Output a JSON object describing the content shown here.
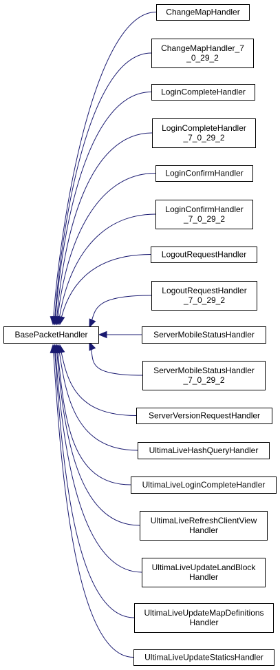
{
  "base": {
    "id": "base-packet-handler",
    "label": "BasePacketHandler"
  },
  "derived": [
    {
      "id": "change-map-handler",
      "lines": [
        "ChangeMapHandler"
      ]
    },
    {
      "id": "change-map-handler-7-0-29-2",
      "lines": [
        "ChangeMapHandler_7",
        "_0_29_2"
      ]
    },
    {
      "id": "login-complete-handler",
      "lines": [
        "LoginCompleteHandler"
      ]
    },
    {
      "id": "login-complete-handler-7-0-29-2",
      "lines": [
        "LoginCompleteHandler",
        "_7_0_29_2"
      ]
    },
    {
      "id": "login-confirm-handler",
      "lines": [
        "LoginConfirmHandler"
      ]
    },
    {
      "id": "login-confirm-handler-7-0-29-2",
      "lines": [
        "LoginConfirmHandler",
        "_7_0_29_2"
      ]
    },
    {
      "id": "logout-request-handler",
      "lines": [
        "LogoutRequestHandler"
      ]
    },
    {
      "id": "logout-request-handler-7-0-29-2",
      "lines": [
        "LogoutRequestHandler",
        "_7_0_29_2"
      ]
    },
    {
      "id": "server-mobile-status-handler",
      "lines": [
        "ServerMobileStatusHandler"
      ]
    },
    {
      "id": "server-mobile-status-handler-7-0-29-2",
      "lines": [
        "ServerMobileStatusHandler",
        "_7_0_29_2"
      ]
    },
    {
      "id": "server-version-request-handler",
      "lines": [
        "ServerVersionRequestHandler"
      ]
    },
    {
      "id": "ultima-live-hash-query-handler",
      "lines": [
        "UltimaLiveHashQueryHandler"
      ]
    },
    {
      "id": "ultima-live-login-complete-handler",
      "lines": [
        "UltimaLiveLoginCompleteHandler"
      ]
    },
    {
      "id": "ultima-live-refresh-client-view-handler",
      "lines": [
        "UltimaLiveRefreshClientView",
        "Handler"
      ]
    },
    {
      "id": "ultima-live-update-land-block-handler",
      "lines": [
        "UltimaLiveUpdateLandBlock",
        "Handler"
      ]
    },
    {
      "id": "ultima-live-update-map-definitions-handler",
      "lines": [
        "UltimaLiveUpdateMapDefinitions",
        "Handler"
      ]
    },
    {
      "id": "ultima-live-update-statics-handler",
      "lines": [
        "UltimaLiveUpdateStaticsHandler"
      ]
    }
  ],
  "colors": {
    "edge": "#191970",
    "node_border": "#000000",
    "node_fill": "#ffffff"
  }
}
